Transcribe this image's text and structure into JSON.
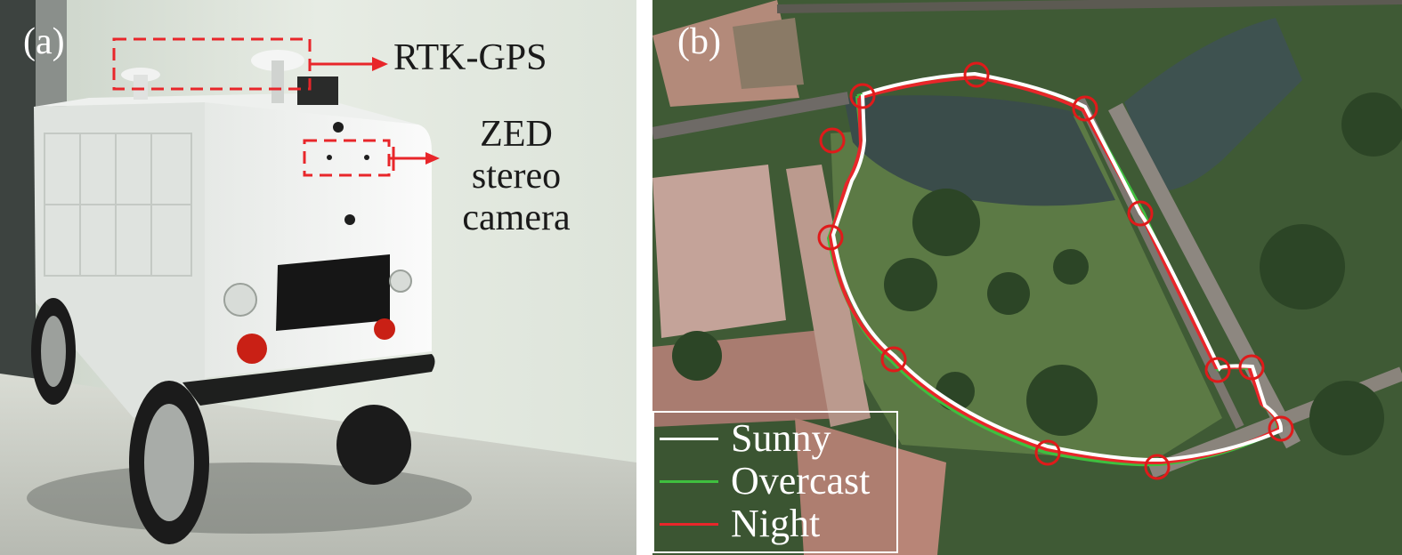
{
  "panel_a": {
    "label": "(a)",
    "callouts": {
      "rtk_gps": "RTK-GPS",
      "zed_line1": "ZED",
      "zed_line2": "stereo",
      "zed_line3": "camera"
    },
    "callout_color": "#e8262a"
  },
  "panel_b": {
    "label": "(b)",
    "legend": [
      {
        "label": "Sunny",
        "color": "#ffffff"
      },
      {
        "label": "Overcast",
        "color": "#3fbf3f"
      },
      {
        "label": "Night",
        "color": "#e8262a"
      }
    ],
    "marker_color": "#e01a1a"
  }
}
